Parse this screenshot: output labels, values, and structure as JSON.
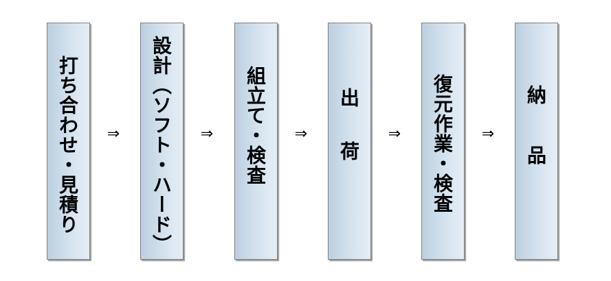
{
  "steps": [
    {
      "label": "打ち合わせ・見積り"
    },
    {
      "label": "設計（ソフト・ハード）"
    },
    {
      "label": "組立て・検査"
    },
    {
      "label": "出荷"
    },
    {
      "label": "復元作業・検査"
    },
    {
      "label": "納品"
    }
  ],
  "arrow_symbol": "⇒"
}
